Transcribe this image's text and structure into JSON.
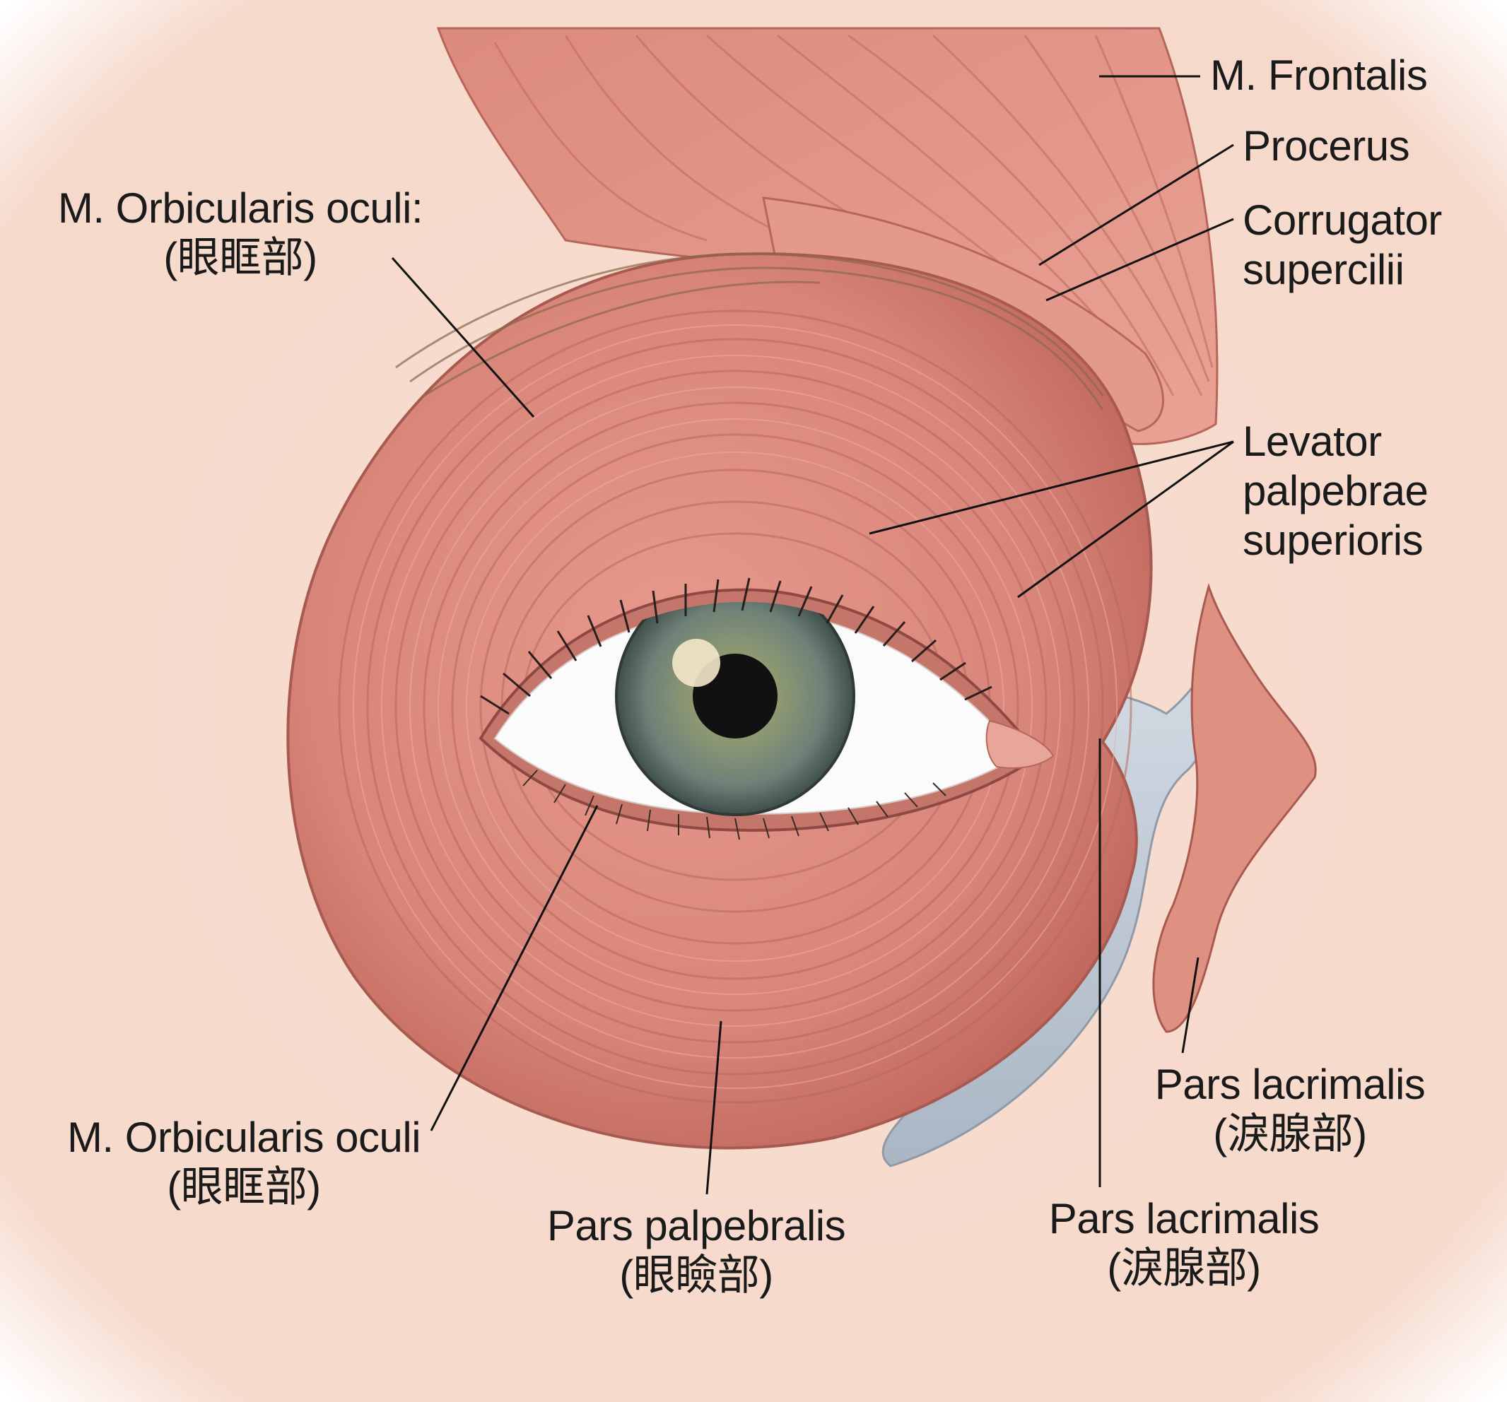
{
  "labels": {
    "frontalis": "M. Frontalis",
    "procerus": "Procerus",
    "corrugator": [
      "Corrugator",
      "supercilii"
    ],
    "orbicularis_upper": [
      "M. Orbicularis oculi:",
      "(眼眶部)"
    ],
    "levator": [
      "Levator",
      "palpebrae",
      "superioris"
    ],
    "orbicularis_lower": [
      "M. Orbicularis oculi",
      "(眼眶部)"
    ],
    "pars_palpebralis": [
      "Pars palpebralis",
      "(眼瞼部)"
    ],
    "pars_lacrimalis_center": [
      "Pars lacrimalis",
      "(淚腺部)"
    ],
    "pars_lacrimalis_right": [
      "Pars lacrimalis",
      "(淚腺部)"
    ]
  },
  "colors": {
    "background": "#f8ddd0",
    "muscle": "#dc8c80",
    "muscle_dark": "#b8655a",
    "ligament": "#c2ccd8",
    "iris": "#6f8176",
    "pupil": "#111111",
    "sclera": "#fbfbfb",
    "leader": "#111111"
  }
}
